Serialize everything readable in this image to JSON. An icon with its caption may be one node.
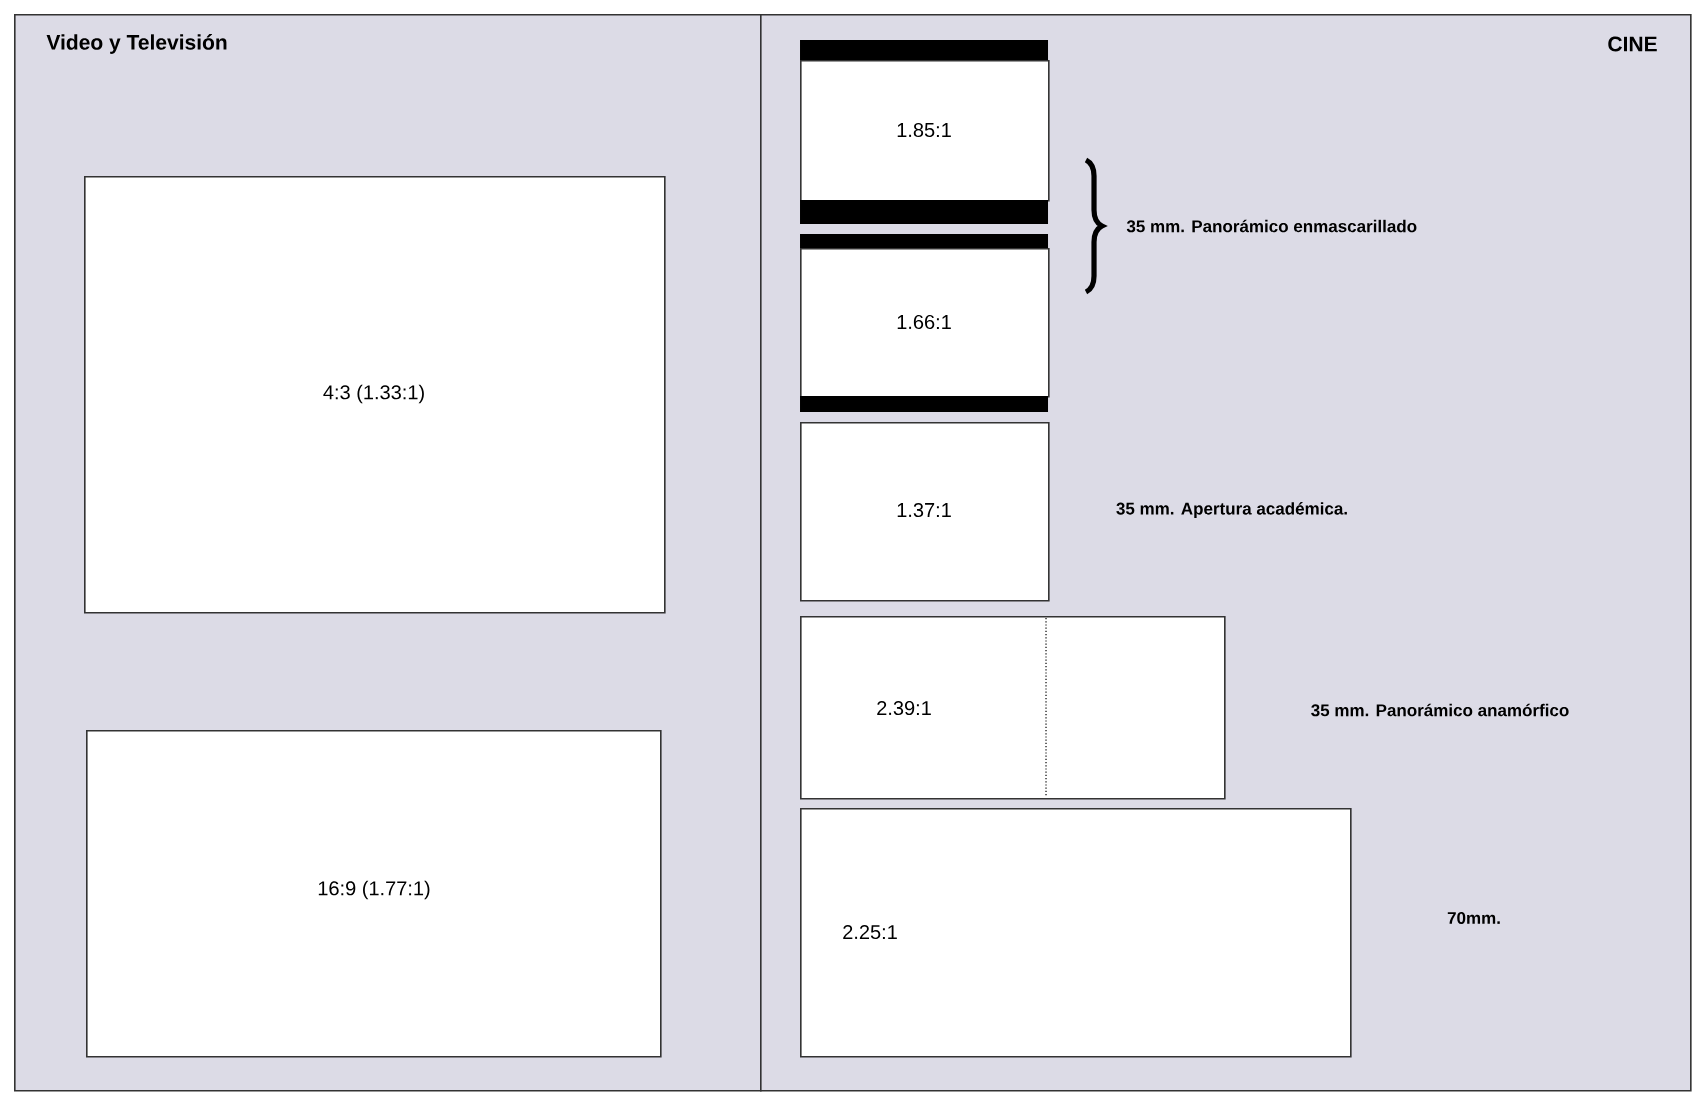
{
  "diagram": {
    "nodes": [
      {
        "text": [
          "Video y Televisión"
        ]
      },
      {
        "text": [
          "4:3 (1.33:1)"
        ],
        "in": 0
      },
      {
        "text": [
          "16:9 (1.77:1)"
        ],
        "in": 0
      },
      {
        "text": [
          "CINE"
        ]
      },
      {
        "text": [
          "1.85:1"
        ],
        "in": 3
      },
      {
        "text": [
          "1.66:1"
        ],
        "in": 3
      },
      {
        "text": [
          "1.37:1"
        ],
        "in": 3
      },
      {
        "text": [
          "2.39:1"
        ],
        "in": 3
      },
      {
        "text": [
          "2.25:1"
        ],
        "in": 3
      }
    ],
    "labels": [
      "35 mm. Panorámico enmascarillado",
      "35 mm. Apertura académica.",
      "35 mm. Panorámico anamórfico",
      "70mm."
    ]
  }
}
